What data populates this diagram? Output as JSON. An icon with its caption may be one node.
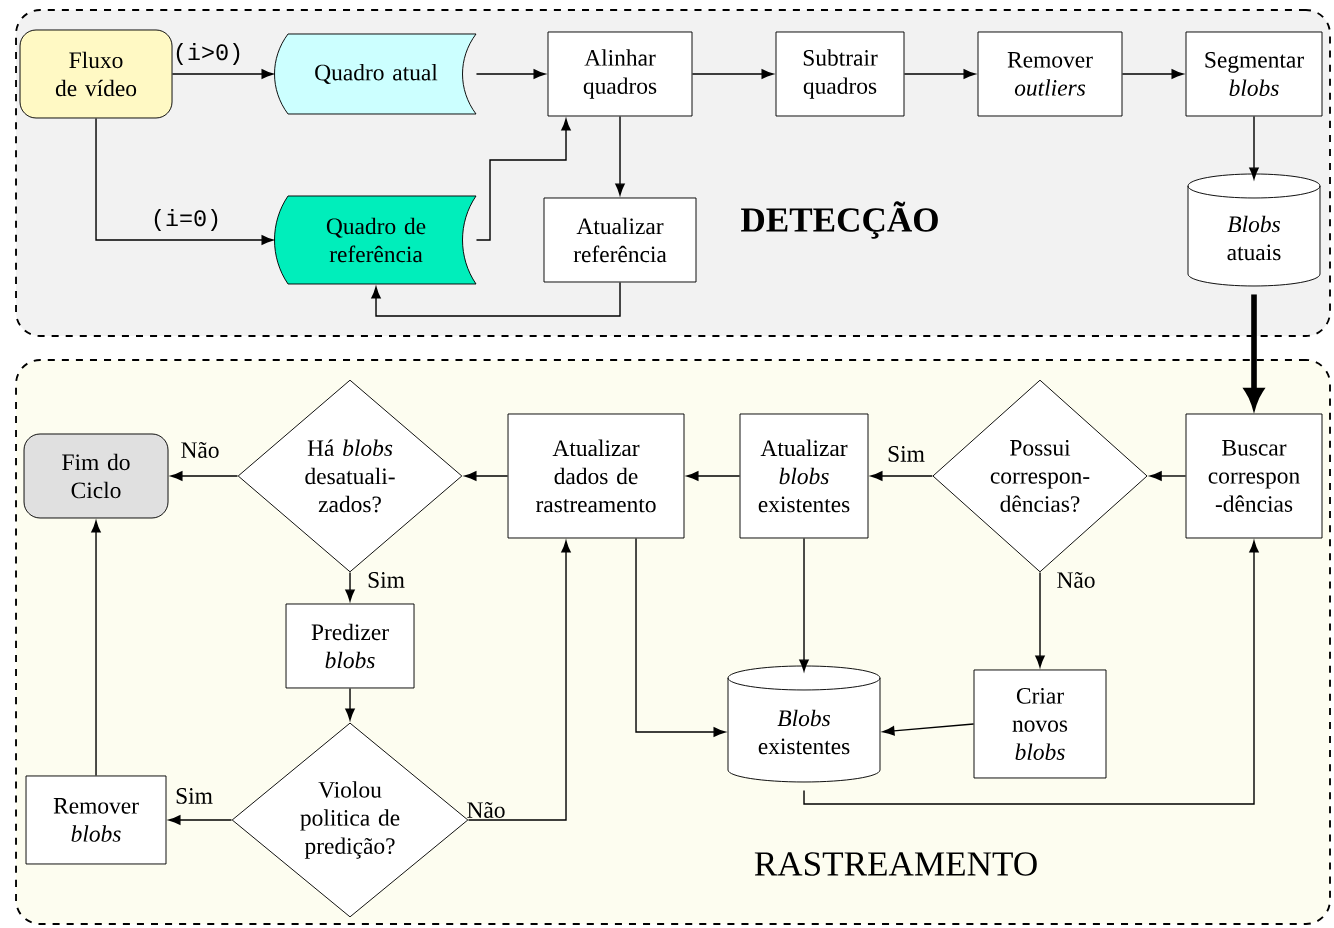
{
  "diagram": {
    "nodes": [
      {
        "text": [
          "DETECÇÃO"
        ]
      },
      {
        "text": [
          "Fluxo de vídeo"
        ],
        "in": 0
      },
      {
        "text": [
          "Quadro atual"
        ],
        "in": 0
      },
      {
        "text": [
          "Alinhar quadros"
        ],
        "in": 0
      },
      {
        "text": [
          "Subtrair quadros"
        ],
        "in": 0
      },
      {
        "text": [
          "Remover *outliers*"
        ],
        "in": 0
      },
      {
        "text": [
          "Segmentar *blobs*"
        ],
        "in": 0
      },
      {
        "text": [
          "Quadro de referência"
        ],
        "in": 0
      },
      {
        "text": [
          "Atualizar referência"
        ],
        "in": 0
      },
      {
        "text": [
          "*Blobs* atuais"
        ],
        "in": 0
      },
      {
        "text": [
          "RASTREAMENTO"
        ]
      },
      {
        "text": [
          "Fim do Ciclo"
        ],
        "in": 10
      },
      {
        "text": [
          "Há *blobs* desatuali- zados?"
        ],
        "in": 10
      },
      {
        "text": [
          "Atualizar dados de rastreamento"
        ],
        "in": 10
      },
      {
        "text": [
          "Atualizar *blobs* existentes"
        ],
        "in": 10
      },
      {
        "text": [
          "Possui correspon- dências?"
        ],
        "in": 10
      },
      {
        "text": [
          "Buscar correspon -dências"
        ],
        "in": 10
      },
      {
        "text": [
          "Predizer *blobs*"
        ],
        "in": 10
      },
      {
        "text": [
          "*Blobs* existentes"
        ],
        "in": 10
      },
      {
        "text": [
          "Criar novos *blobs*"
        ],
        "in": 10
      },
      {
        "text": [
          "Violou politica de predição?"
        ],
        "in": 10
      },
      {
        "text": [
          "Remover *blobs*"
        ],
        "in": 10
      }
    ],
    "edges": [
      {
        "from": 1,
        "to": 2,
        "arrow": "to",
        "label": "(i>0)"
      },
      {
        "from": 1,
        "to": 7,
        "arrow": "to",
        "label": "(i=0)"
      },
      {
        "from": 2,
        "to": 3,
        "arrow": "to"
      },
      {
        "from": 7,
        "to": 3,
        "arrow": "to"
      },
      {
        "from": 3,
        "to": 8,
        "arrow": "to"
      },
      {
        "from": 8,
        "to": 7,
        "arrow": "to"
      },
      {
        "from": 3,
        "to": 4,
        "arrow": "to"
      },
      {
        "from": 4,
        "to": 5,
        "arrow": "to"
      },
      {
        "from": 5,
        "to": 6,
        "arrow": "to"
      },
      {
        "from": 6,
        "to": 9,
        "arrow": "to"
      },
      {
        "from": 9,
        "to": 16,
        "arrow": "to",
        "style": "thick"
      },
      {
        "from": 16,
        "to": 15,
        "arrow": "to"
      },
      {
        "from": 15,
        "to": 14,
        "arrow": "to",
        "label": "Sim"
      },
      {
        "from": 15,
        "to": 19,
        "arrow": "to",
        "label": "Não"
      },
      {
        "from": 14,
        "to": 13,
        "arrow": "to"
      },
      {
        "from": 14,
        "to": 18,
        "arrow": "to"
      },
      {
        "from": 19,
        "to": 18,
        "arrow": "to"
      },
      {
        "from": 13,
        "to": 18,
        "arrow": "to"
      },
      {
        "from": 18,
        "to": 16,
        "arrow": "to"
      },
      {
        "from": 13,
        "to": 12,
        "arrow": "to"
      },
      {
        "from": 12,
        "to": 11,
        "arrow": "to",
        "label": "Não"
      },
      {
        "from": 12,
        "to": 17,
        "arrow": "to",
        "label": "Sim"
      },
      {
        "from": 17,
        "to": 20,
        "arrow": "to"
      },
      {
        "from": 20,
        "to": 21,
        "arrow": "to",
        "label": "Sim"
      },
      {
        "from": 20,
        "to": 13,
        "arrow": "to",
        "label": "Não"
      },
      {
        "from": 21,
        "to": 11,
        "arrow": "to"
      }
    ]
  }
}
